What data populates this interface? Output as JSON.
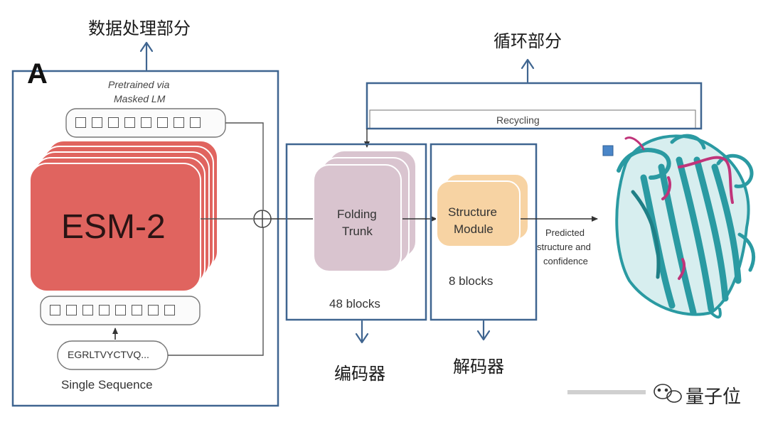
{
  "annotations": {
    "data_processing": "数据处理部分",
    "recycling_part": "循环部分",
    "encoder": "编码器",
    "decoder": "解码器"
  },
  "panel": {
    "letter": "A",
    "pretrained_line1": "Pretrained via",
    "pretrained_line2": "Masked LM",
    "model_name": "ESM-2",
    "sequence": "EGRLTVYCTVQ...",
    "single_sequence": "Single Sequence"
  },
  "trunk": {
    "line1": "Folding",
    "line2": "Trunk",
    "blocks": "48 blocks"
  },
  "structure": {
    "line1": "Structure",
    "line2": "Module",
    "blocks": "8 blocks"
  },
  "recycling": "Recycling",
  "output": {
    "line1": "Predicted",
    "line2": "structure and",
    "line3": "confidence"
  },
  "watermark": "量子位",
  "colors": {
    "annotation_blue": "#3f6590",
    "esm_red": "#e0645f",
    "trunk_pink": "#d9c4cf",
    "module_orange": "#f7d3a3",
    "protein_teal": "#2a9aa2",
    "protein_magenta": "#c0347a",
    "marker_blue": "#4a86c8"
  }
}
